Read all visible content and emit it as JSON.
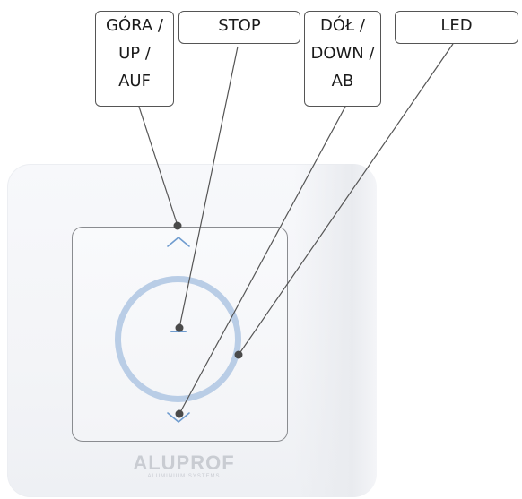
{
  "callouts": {
    "up": {
      "lines": [
        "GÓRA /",
        "UP /",
        "AUF"
      ]
    },
    "stop": {
      "lines": [
        "STOP"
      ]
    },
    "down": {
      "lines": [
        "DÓŁ /",
        "DOWN /",
        "AB"
      ]
    },
    "led": {
      "lines": [
        "LED"
      ]
    }
  },
  "device": {
    "logo_text": "ALUPROF",
    "logo_subtext": "ALUMINIUM SYSTEMS",
    "up_icon": "chevron-up-icon",
    "stop_icon": "stop-bar-icon",
    "down_icon": "chevron-down-icon",
    "led_ring": "led-ring"
  },
  "colors": {
    "led_ring": "#b9cde6",
    "icon_blue": "#6f9ccf",
    "leader_line": "#555555",
    "box_border": "#555555"
  }
}
